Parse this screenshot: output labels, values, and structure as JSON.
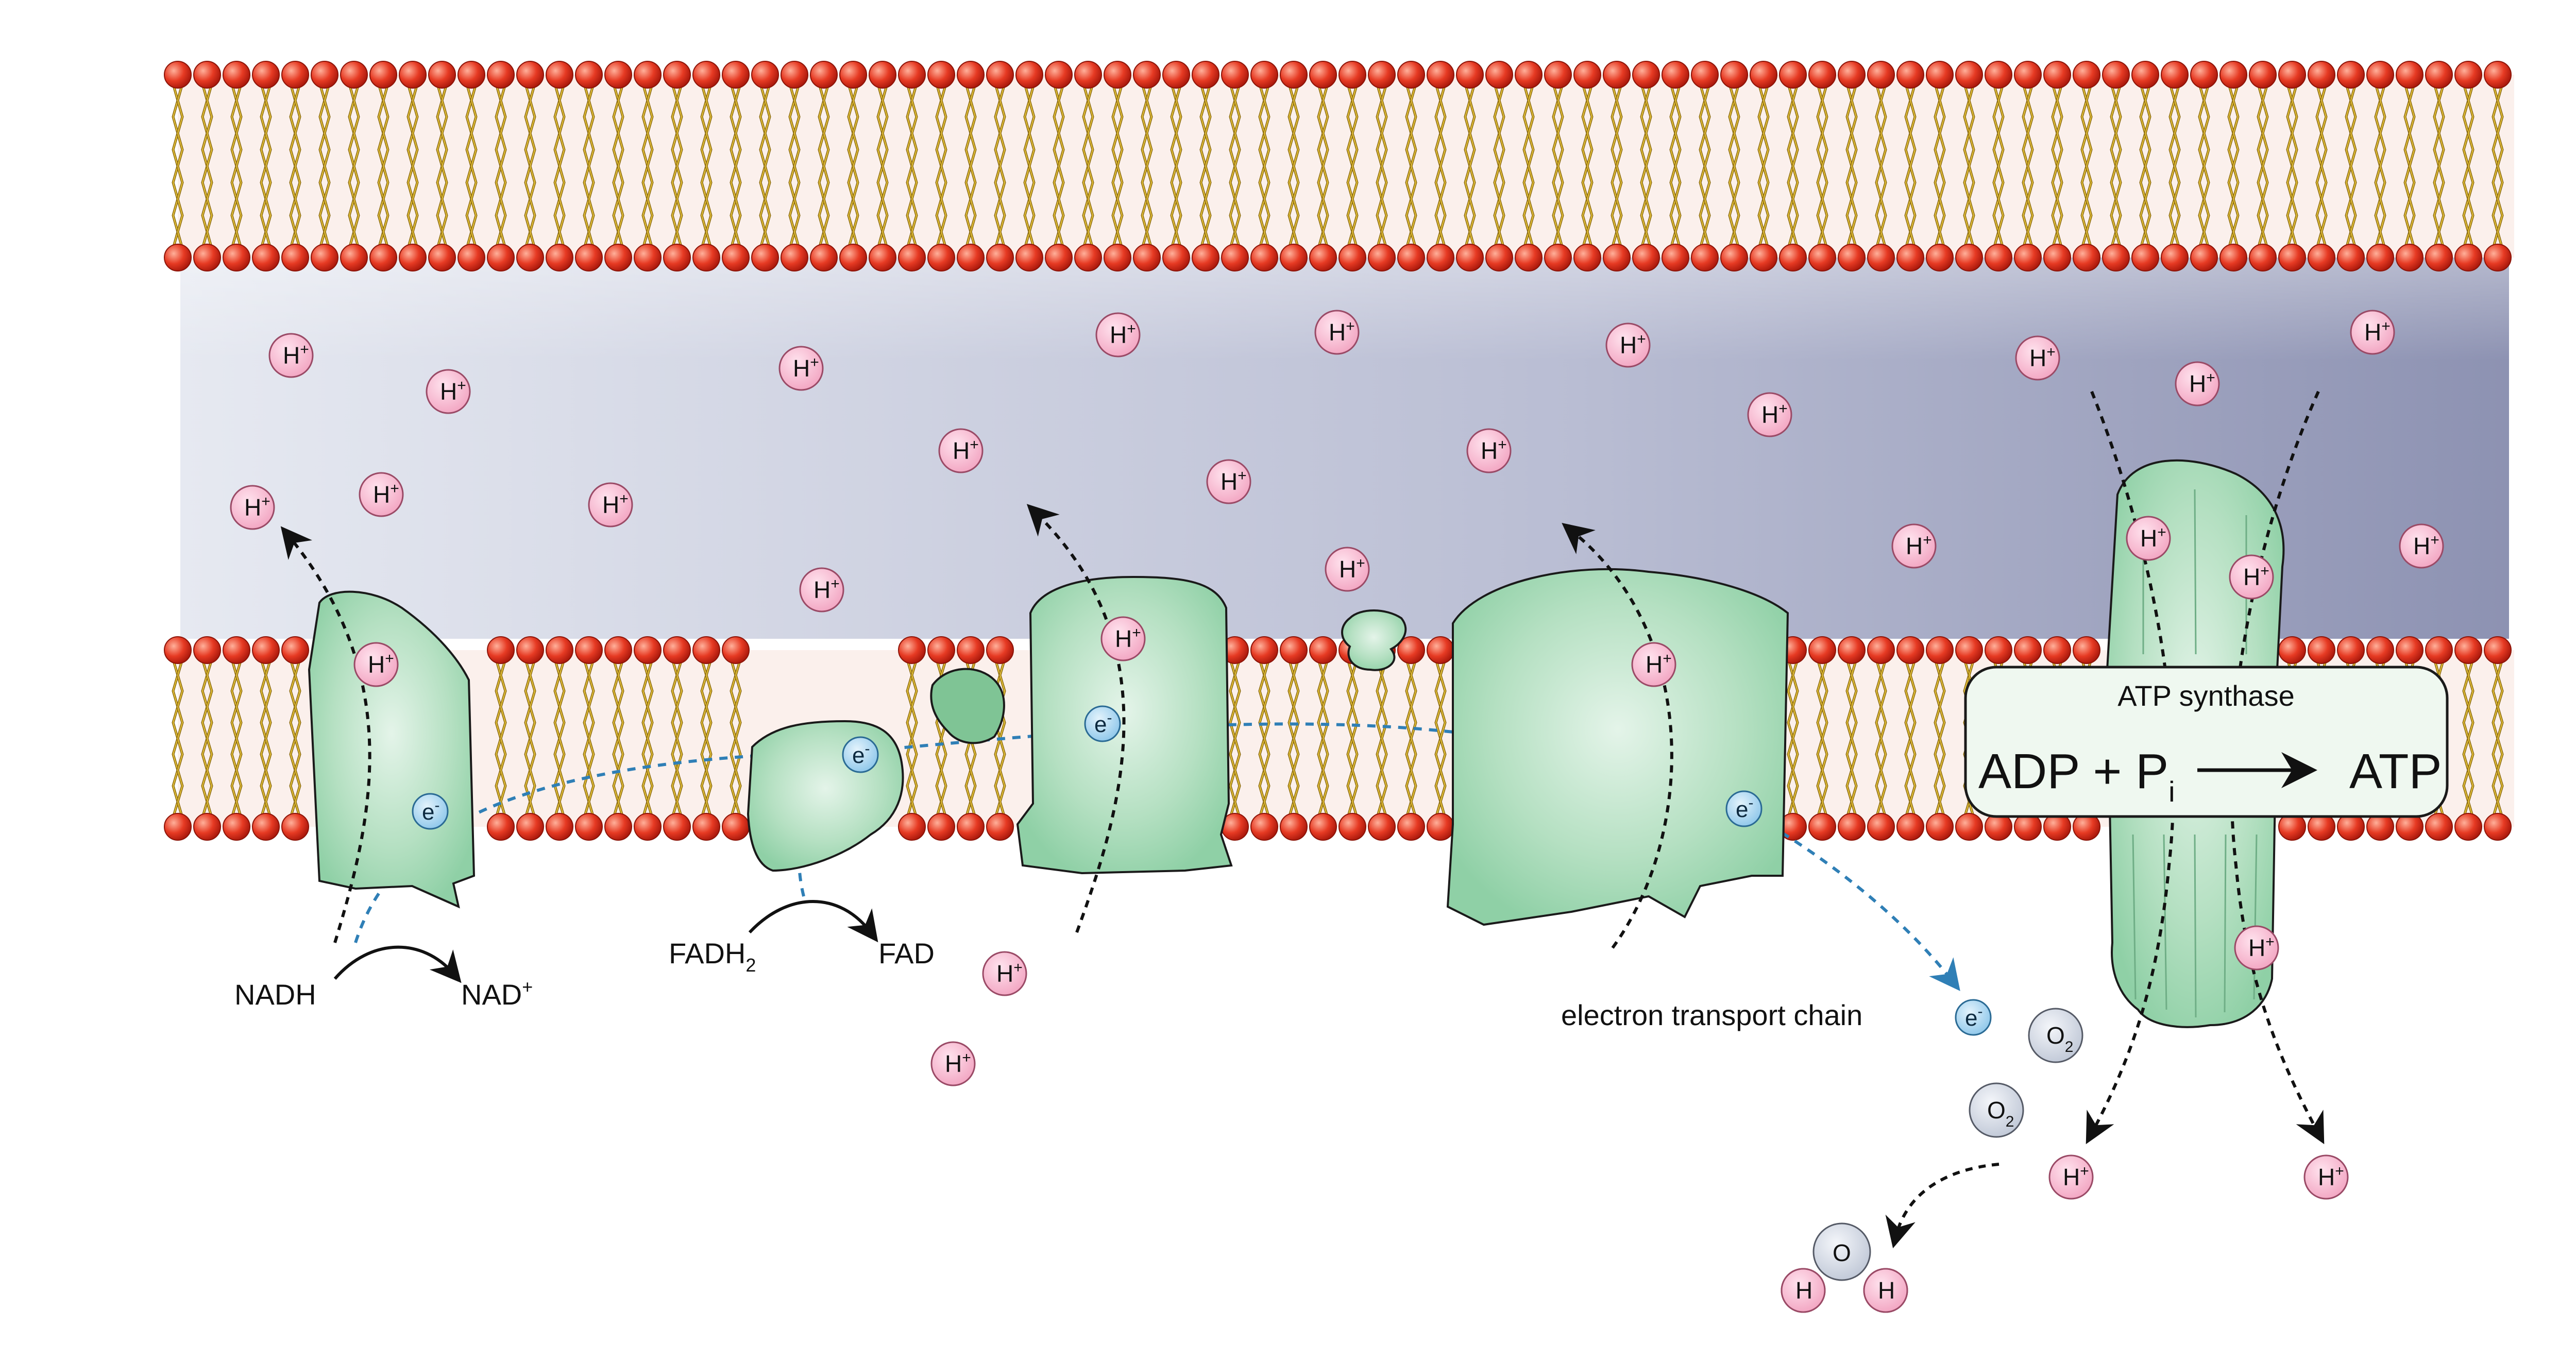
{
  "diagram": {
    "labels": {
      "nadh": "NADH",
      "nad": "NAD",
      "nad_sup": "+",
      "fadh": "FADH",
      "fadh_sub": "2",
      "fad": "FAD",
      "etc": "electron transport chain",
      "atp_synthase": "ATP synthase",
      "reaction_left": "ADP + P",
      "reaction_sub": "i",
      "reaction_right": "ATP"
    },
    "proton": {
      "symbol": "H",
      "charge": "+"
    },
    "electron": {
      "symbol": "e",
      "charge": "-"
    },
    "oxygen": {
      "symbol": "O",
      "sub": "2"
    },
    "water": {
      "oxygen": "O",
      "hydrogen": "H"
    },
    "colors": {
      "lipid_head": "#e53a25",
      "lipid_tail": "#b8860b",
      "protein": "#a9d9b9",
      "proton": "#f6bcd0",
      "electron": "#a8d4ee",
      "oxygen": "#d5dbe6",
      "intermembrane_left": "#e3e7f0",
      "intermembrane_right": "#8f94b4",
      "electron_path": "#2f7fb6"
    }
  }
}
